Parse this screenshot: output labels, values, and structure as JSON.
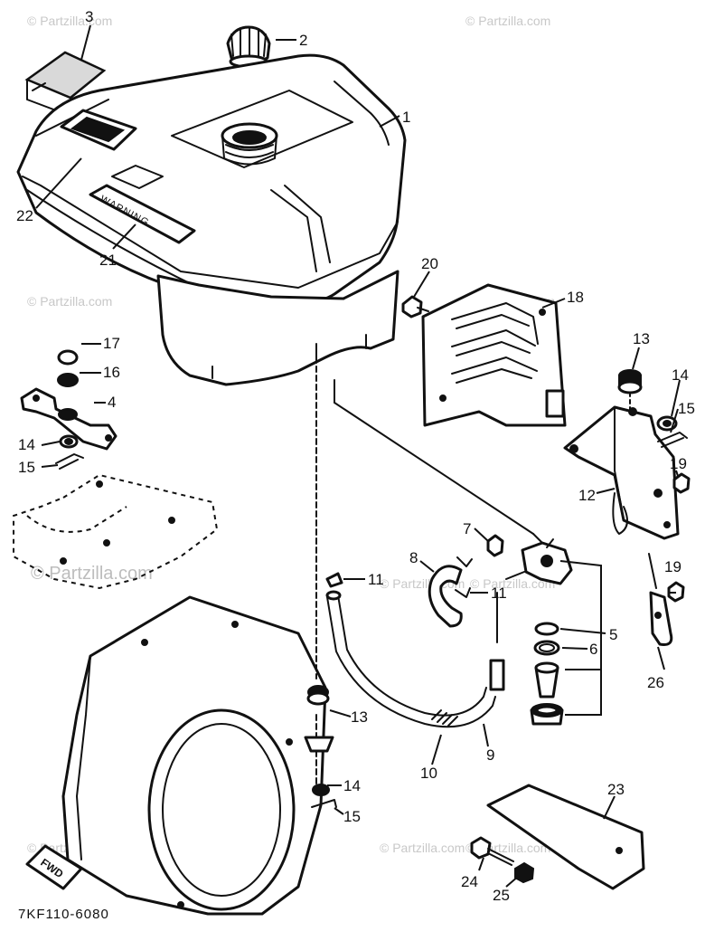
{
  "watermarks": [
    "© Partzilla.com",
    "© Partzilla.com",
    "© Partzilla.com",
    "© Partzilla.com",
    "© Partzilla.com",
    "© Partzilla.com",
    "© Partzilla.com",
    "© Partzilla.com",
    "© Partzilla.com"
  ],
  "watermark_main": "© Partzilla.com",
  "decal_text": "WARNING",
  "arrow_text": "FWD",
  "diagram_code": "7KF110-6080",
  "callouts": [
    "1",
    "2",
    "3",
    "4",
    "5",
    "6",
    "7",
    "8",
    "9",
    "10",
    "11",
    "11",
    "12",
    "13",
    "13",
    "14",
    "14",
    "14",
    "15",
    "15",
    "15",
    "16",
    "17",
    "18",
    "19",
    "19",
    "20",
    "21",
    "22",
    "23",
    "24",
    "25",
    "26"
  ],
  "colors": {
    "line": "#111111",
    "watermark": "#c8c8c8",
    "background": "#ffffff"
  }
}
